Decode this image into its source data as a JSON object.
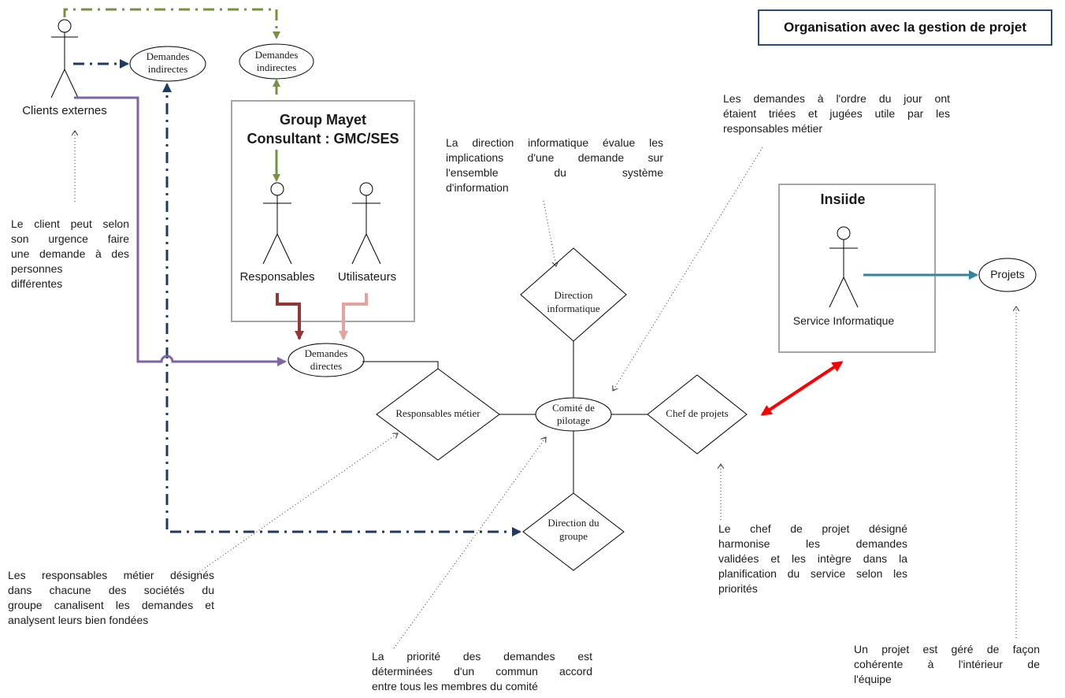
{
  "title": "Organisation avec la gestion de projet",
  "actors": {
    "clients": "Clients externes",
    "responsables": "Responsables",
    "utilisateurs": "Utilisateurs",
    "service": "Service Informatique"
  },
  "groups": {
    "gmc_line1": "Group Mayet",
    "gmc_line2": "Consultant : GMC/SES",
    "insiide": "Insiide"
  },
  "ellipses": {
    "demandes_indirectes_1_l1": "Demandes",
    "demandes_indirectes_1_l2": "indirectes",
    "demandes_indirectes_2_l1": "Demandes",
    "demandes_indirectes_2_l2": "indirectes",
    "demandes_directes_l1": "Demandes",
    "demandes_directes_l2": "directes",
    "comite_l1": "Comité de",
    "comite_l2": "pilotage",
    "projets": "Projets"
  },
  "diamonds": {
    "responsables_metier": "Responsables métier",
    "direction_info_l1": "Direction",
    "direction_info_l2": "informatique",
    "chef_projets": "Chef de projets",
    "direction_groupe_l1": "Direction du",
    "direction_groupe_l2": "groupe"
  },
  "notes": {
    "client": [
      "Le client peut selon",
      "son urgence faire",
      "une demande à des",
      "personnes",
      "différentes"
    ],
    "direction_info": [
      "La direction informatique évalue les",
      "implications d'une demande sur",
      "l'ensemble du système",
      "d'information"
    ],
    "demandes_jour": [
      "Les demandes à l'ordre du jour ont",
      "étaient triées et jugées utile par les",
      "responsables métier"
    ],
    "resp_metier": [
      "Les responsables métier désignés",
      "dans chacune des sociétés du",
      "groupe canalisent les demandes et",
      "analysent leurs bien fondées"
    ],
    "priorite": [
      "La priorité des demandes est",
      "déterminées d'un commun accord",
      "entre tous les membres du comité"
    ],
    "chef": [
      "Le chef de projet désigné",
      "harmonise les demandes",
      "validées et les intègre dans la",
      "planification du service selon les",
      "priorités"
    ],
    "projet": [
      "Un projet est géré de façon",
      "cohérente à l'intérieur de",
      "l'équipe"
    ]
  },
  "colors": {
    "green": "#76923c",
    "navy": "#1f3864",
    "purple": "#8064a2",
    "darkred": "#943634",
    "salmon": "#e6a29c",
    "teal": "#31849b",
    "red": "#ff0000",
    "frame": "#a6a6a6"
  }
}
